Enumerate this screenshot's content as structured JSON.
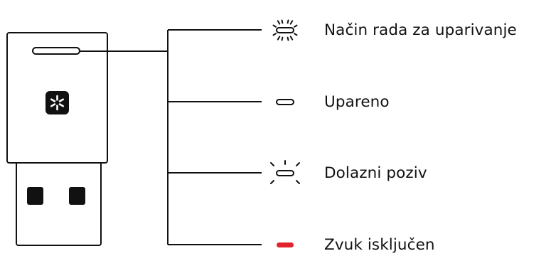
{
  "colors": {
    "line": "#111111",
    "background": "#ffffff",
    "led_normal": "#111111",
    "led_muted": "#e0232c",
    "logo_bg": "#111111",
    "logo_fg": "#ffffff"
  },
  "device": {
    "logo_icon": "snowflake-asterisk-icon",
    "status_led": "led-bar-icon"
  },
  "legend": [
    {
      "label": "Način rada za uparivanje",
      "led_state": "fast-blinking",
      "led_color": "#111111"
    },
    {
      "label": "Upareno",
      "led_state": "steady",
      "led_color": "#111111"
    },
    {
      "label": "Dolazni poziv",
      "led_state": "slow-blinking",
      "led_color": "#111111"
    },
    {
      "label": "Zvuk isključen",
      "led_state": "steady",
      "led_color": "#e0232c"
    }
  ]
}
